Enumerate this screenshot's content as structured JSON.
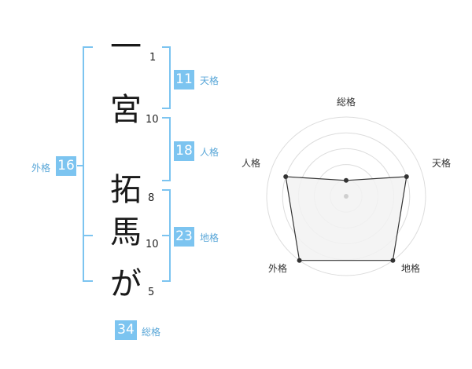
{
  "name_chars": [
    "一",
    "宮",
    "拓",
    "馬",
    "が"
  ],
  "stroke_counts": [
    "1",
    "10",
    "8",
    "10",
    "5"
  ],
  "fortune": {
    "ten": {
      "value": "11",
      "label": "天格"
    },
    "jin": {
      "value": "18",
      "label": "人格"
    },
    "chi": {
      "value": "23",
      "label": "地格"
    },
    "gai": {
      "value": "16",
      "label": "外格"
    },
    "sou": {
      "value": "34",
      "label": "総格"
    }
  },
  "colors": {
    "accent": "#7cc4f0",
    "bracket": "#7cc4f0",
    "radar_fill": "#f2f2f2",
    "radar_line": "#333333",
    "ring": "#dcdcdc"
  },
  "chart_data": {
    "type": "radar",
    "axes": [
      "総格",
      "天格",
      "地格",
      "外格",
      "人格"
    ],
    "values": [
      1,
      4,
      5,
      5,
      4
    ],
    "range": [
      0,
      5
    ],
    "rings": 5
  }
}
